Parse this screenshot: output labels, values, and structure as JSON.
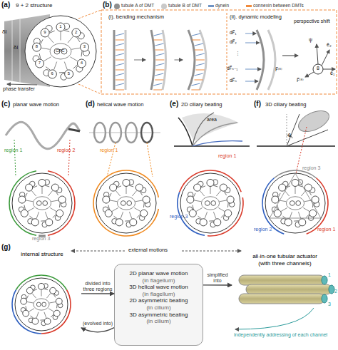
{
  "diagram": {
    "nodes": [
      {
        "text": [
          "internal structure"
        ]
      },
      {
        "text": [
          "2D planar wave motion",
          "(in flagellum)",
          "3D helical wave motion",
          "(in flagellum)",
          "2D asymmetric beating",
          "(in cilium)",
          "3D asymmetric beating",
          "(in cilium)"
        ]
      },
      {
        "text": [
          "all-in-one tubular actuator",
          "(with three channels)"
        ]
      }
    ],
    "edges": [
      {
        "from": 0,
        "to": 1,
        "label": "divided into three regions",
        "arrow": "to"
      },
      {
        "from": 1,
        "to": 2,
        "label": "simplified into",
        "arrow": "to"
      },
      {
        "from": 1,
        "to": 0,
        "label": "(evolved into)",
        "arrow": "to"
      }
    ],
    "labels": [
      "(a)",
      "9 + 2 structure",
      "δl",
      "δl",
      "phase transfer",
      "CPC",
      "1",
      "2",
      "3",
      "4",
      "5",
      "6",
      "7",
      "8",
      "9",
      "(b)",
      "(i). bending mechanism",
      "(ii). dynamic modeling",
      "dF⃗₁",
      "dF⃗₂",
      "⋮",
      "dF⃗ₙ₋₁",
      "dF⃗ₙ",
      "F⃗⁽⁸⁾",
      "perspective shift",
      "ψ",
      "ê₂",
      "ê₁",
      "8",
      "F⃗⁽⁸⁾",
      "(c)",
      "planar wave motion",
      "region 1",
      "region 2",
      "region 3",
      "(d)",
      "helical wave motion",
      "region 1",
      "(e)",
      "2D ciliary beating",
      "area",
      "region 1",
      "region 3",
      "(f)",
      "3D ciliary beating",
      "θ",
      "region 3",
      "region 2",
      "region 1",
      "(g)",
      "external motions",
      "1",
      "2",
      "3",
      "independently addressing of each channel"
    ],
    "legend": [
      {
        "text": "tubule A of DMT",
        "color": "#8f8f8f"
      },
      {
        "text": "tubule B of DMT",
        "color": "#c9c9c9"
      },
      {
        "text": "dynein",
        "color": "#6f93c4"
      },
      {
        "text": "connexin between DMTs",
        "color": "#f08a3c"
      }
    ]
  }
}
